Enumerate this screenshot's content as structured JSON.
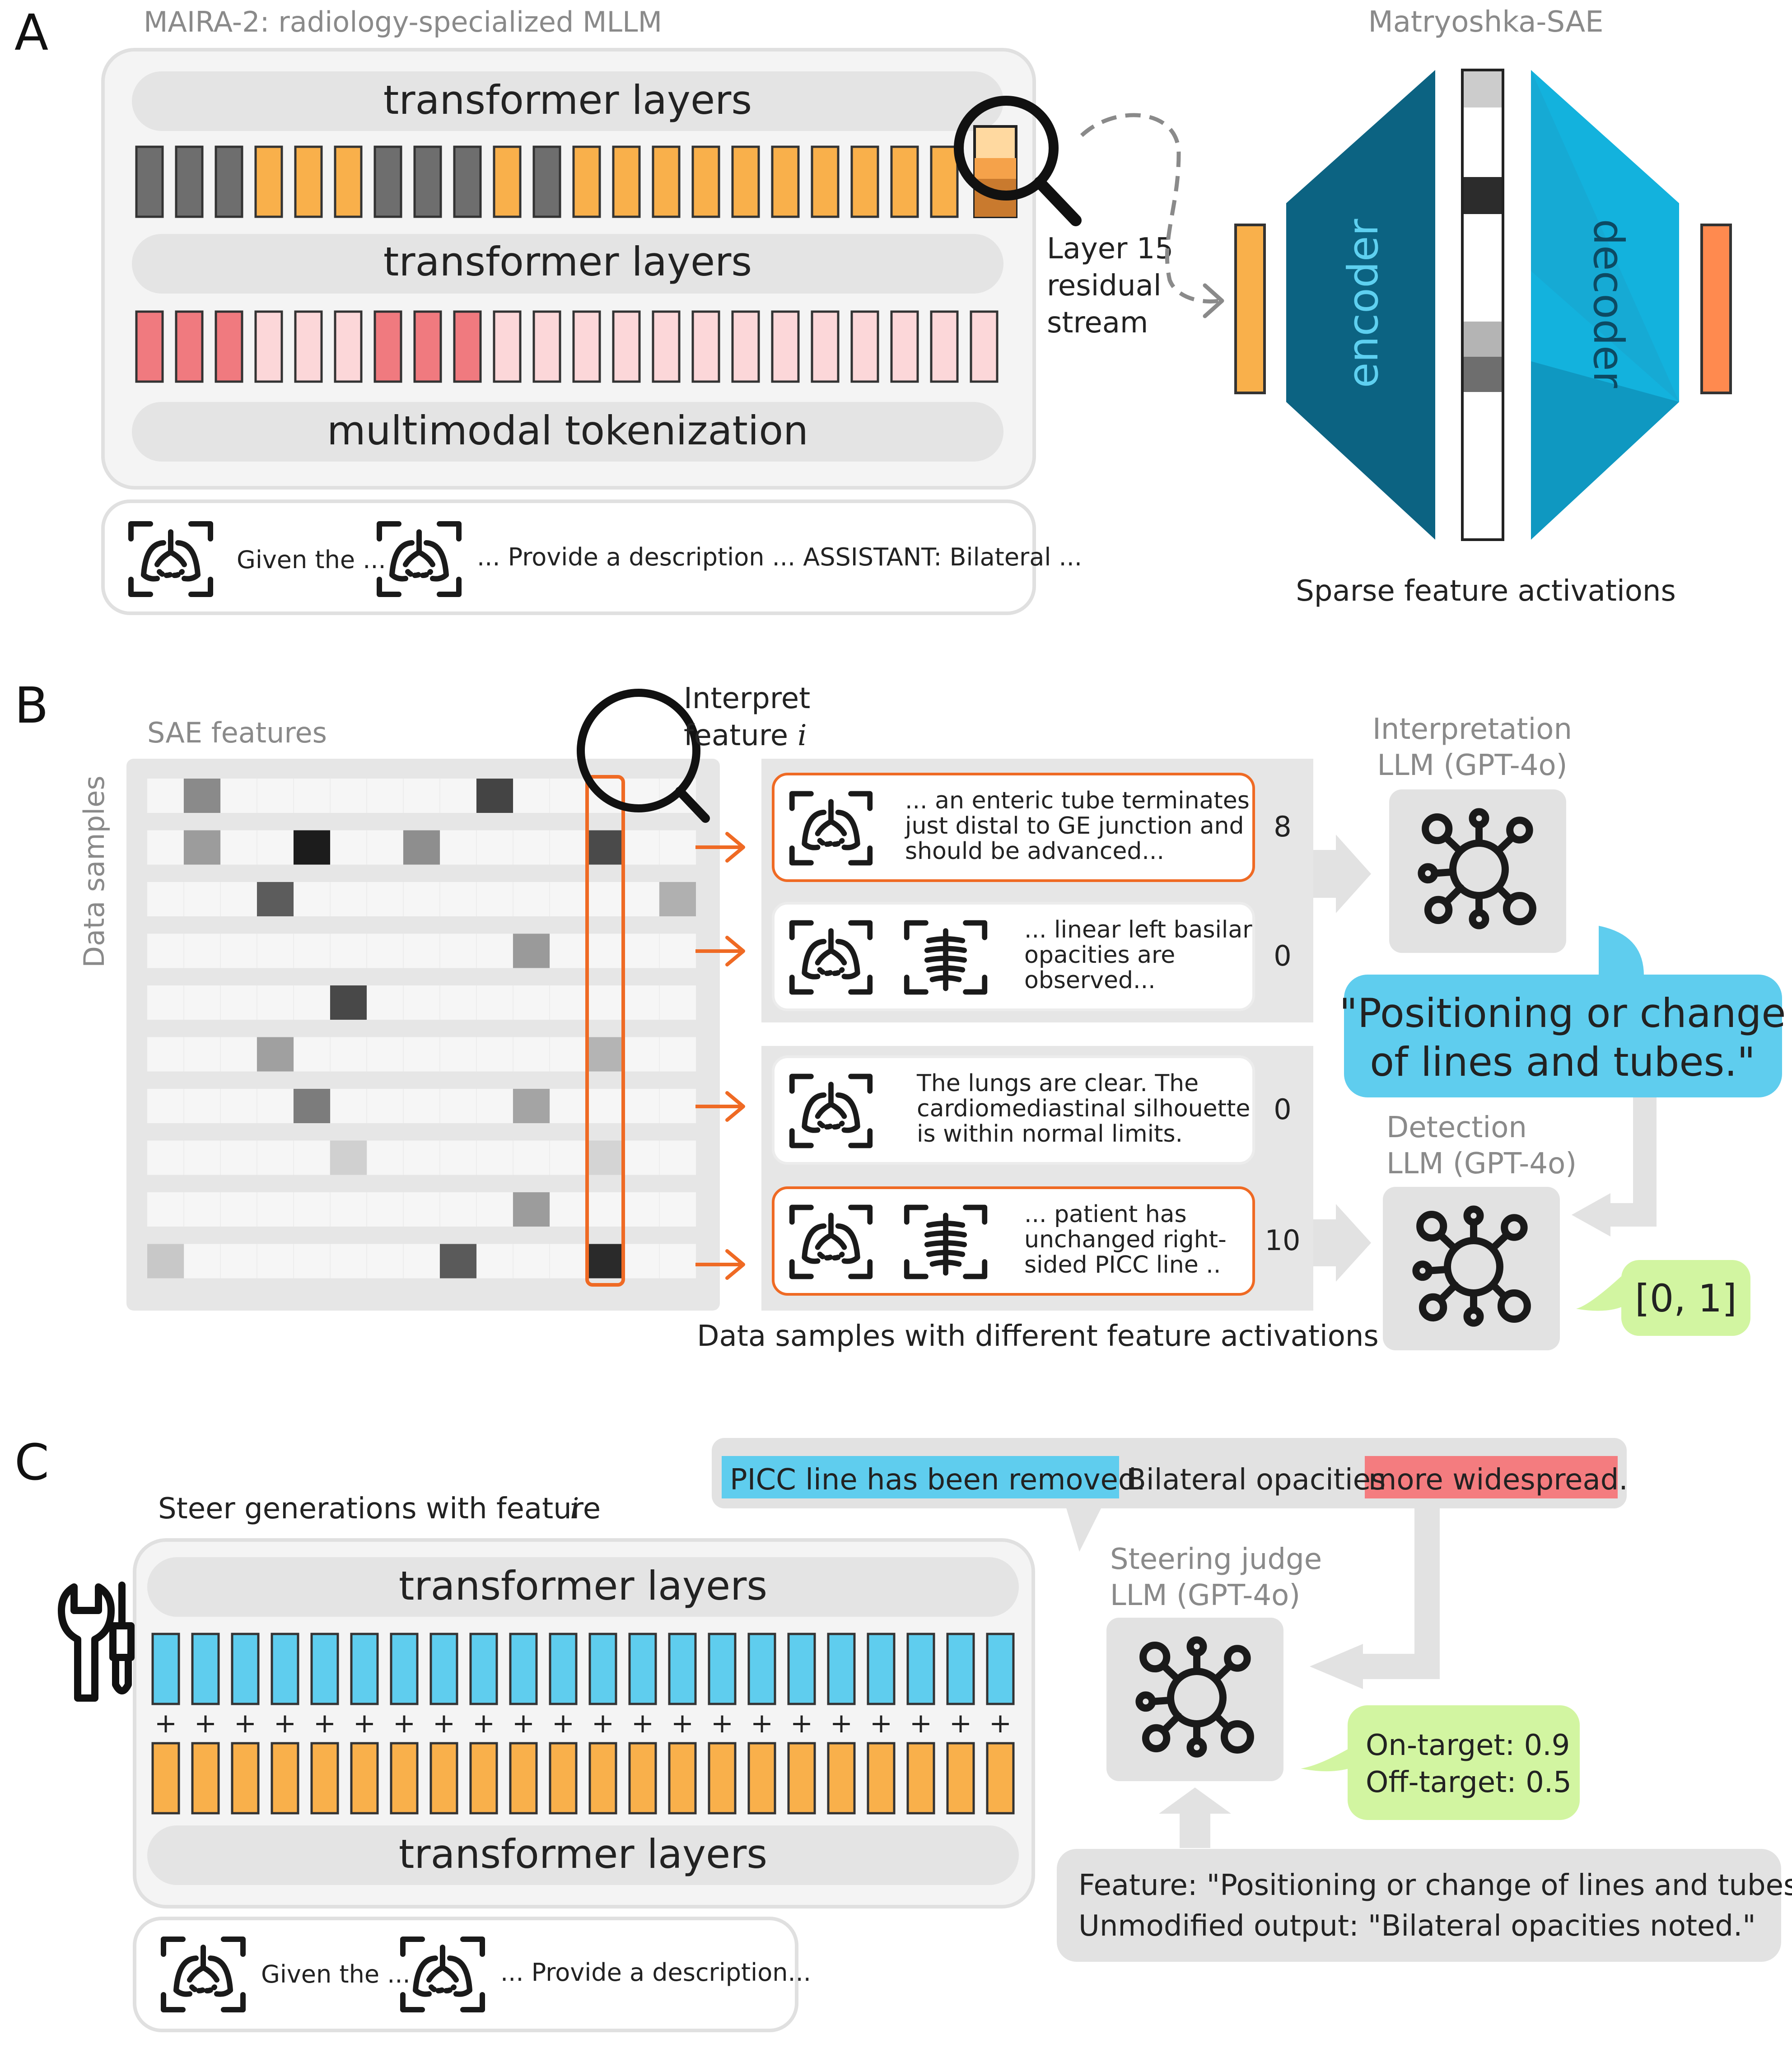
{
  "panel_a": {
    "letter": "A",
    "mllm_title": "MAIRA-2: radiology-specialized  MLLM",
    "transformer_top": "transformer layers",
    "transformer_mid": "transformer layers",
    "tokenization": "multimodal tokenization",
    "prompt_given": "Given the ...",
    "prompt_rest": "... Provide a description ... ASSISTANT: Bilateral ...",
    "layer_label": [
      "Layer 15",
      "residual",
      "stream"
    ],
    "sae_title": "Matryoshka-SAE",
    "encoder": "encoder",
    "decoder": "decoder",
    "sparse_caption": "Sparse feature activations",
    "token_colors": [
      "#6e6e6e",
      "#6e6e6e",
      "#6e6e6e",
      "#f9b04b",
      "#f9b04b",
      "#f9b04b",
      "#6e6e6e",
      "#6e6e6e",
      "#6e6e6e",
      "#f9b04b",
      "#6e6e6e",
      "#f9b04b",
      "#f9b04b",
      "#f9b04b",
      "#f9b04b",
      "#f9b04b",
      "#f9b04b",
      "#f9b04b",
      "#f9b04b",
      "#f9b04b",
      "#f9b04b",
      "#f9b04b"
    ],
    "embed_colors": [
      "#f07a7f",
      "#f07a7f",
      "#f07a7f",
      "#fcd7d9",
      "#fcd7d9",
      "#fcd7d9",
      "#f07a7f",
      "#f07a7f",
      "#f07a7f",
      "#fcd7d9",
      "#fcd7d9",
      "#fcd7d9",
      "#fcd7d9",
      "#fcd7d9",
      "#fcd7d9",
      "#fcd7d9",
      "#fcd7d9",
      "#fcd7d9",
      "#fcd7d9",
      "#fcd7d9",
      "#fcd7d9",
      "#fcd7d9"
    ]
  },
  "panel_b": {
    "letter": "B",
    "sae_features": "SAE features",
    "data_samples": "Data samples",
    "interpret": [
      "Interpret",
      "feature"
    ],
    "interpret_var": "i",
    "interp_llm": [
      "Interpretation",
      "LLM (GPT-4o)"
    ],
    "detect_llm": [
      "Detection",
      "LLM (GPT-4o)"
    ],
    "quote": [
      "\"Positioning or change",
      "of lines and tubes.\""
    ],
    "detection_output": "[0, 1]",
    "caption": "Data samples with different feature activations",
    "samples": [
      {
        "lines": [
          "... an enteric tube terminates",
          "just distal to GE junction and",
          "should be advanced..."
        ],
        "score": "8",
        "highlight": true,
        "icons": 1
      },
      {
        "lines": [
          "... linear left basilar",
          "opacities are",
          "observed..."
        ],
        "score": "0",
        "highlight": false,
        "icons": 2
      },
      {
        "lines": [
          "The lungs are clear. The",
          "cardiomediastinal silhouette",
          "is within normal limits."
        ],
        "score": "0",
        "highlight": false,
        "icons": 1
      },
      {
        "lines": [
          "... patient has",
          "unchanged right-",
          "sided PICC line .."
        ],
        "score": "10",
        "highlight": true,
        "icons": 2
      }
    ],
    "heatmap": [
      [
        [
          1,
          "#8a8a8a"
        ],
        [
          9,
          "#444444"
        ]
      ],
      [
        [
          1,
          "#9c9c9c"
        ],
        [
          4,
          "#1c1c1c"
        ],
        [
          7,
          "#8e8e8e"
        ],
        [
          12,
          "#4a4a4a"
        ]
      ],
      [
        [
          3,
          "#5c5c5c"
        ],
        [
          14,
          "#b0b0b0"
        ]
      ],
      [
        [
          10,
          "#9a9a9a"
        ]
      ],
      [
        [
          5,
          "#484848"
        ]
      ],
      [
        [
          3,
          "#a0a0a0"
        ],
        [
          12,
          "#b4b4b4"
        ]
      ],
      [
        [
          4,
          "#7c7c7c"
        ],
        [
          10,
          "#a4a4a4"
        ]
      ],
      [
        [
          5,
          "#d0d0d0"
        ],
        [
          12,
          "#d4d4d4"
        ]
      ],
      [
        [
          10,
          "#9c9c9c"
        ]
      ],
      [
        [
          0,
          "#c8c8c8"
        ],
        [
          8,
          "#5a5a5a"
        ],
        [
          12,
          "#2a2a2a"
        ]
      ]
    ]
  },
  "panel_c": {
    "letter": "C",
    "steer_title": "Steer generations with feature",
    "steer_var": "i",
    "transformer_top": "transformer layers",
    "transformer_bottom": "transformer layers",
    "prompt_given": "Given the ...",
    "prompt_rest": "... Provide a description...",
    "output_parts": [
      "PICC line has been removed.",
      "Bilateral opacities",
      "more widespread."
    ],
    "judge": [
      "Steering judge",
      "LLM (GPT-4o)"
    ],
    "scores": [
      "On-target: 0.9",
      "Off-target: 0.5"
    ],
    "feature_box": [
      "Feature: \"Positioning or change of lines and tubes.\"",
      "Unmodified output: \"Bilateral opacities noted.\""
    ],
    "plus": "+"
  },
  "colors": {
    "orange": "#f9b04b",
    "orange_dark": "#ff8a4f",
    "teal": "#0c6382",
    "cyan": "#13b2dd",
    "blue_light": "#5fcdee",
    "green_light": "#d2f5a1",
    "red_light": "#f47c7f",
    "highlight_border": "#ef6a24",
    "panel_gray": "#e6e6e6"
  },
  "icons": [
    "lungs-icon",
    "spine-icon",
    "network-icon",
    "magnifier-icon",
    "wrench-icon"
  ]
}
